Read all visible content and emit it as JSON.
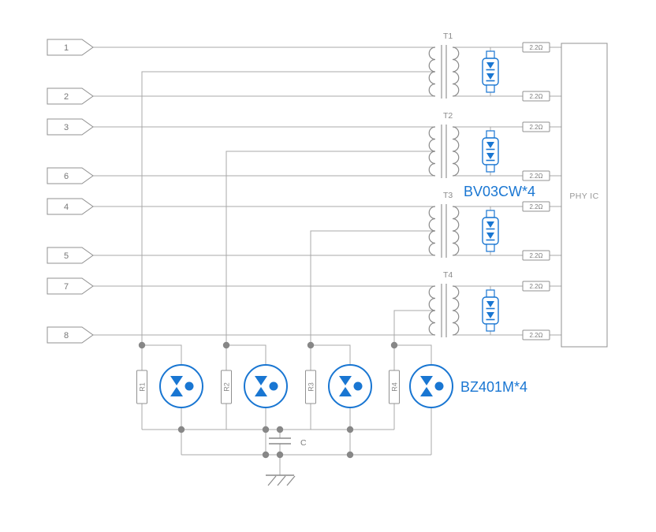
{
  "pins": [
    {
      "label": "1"
    },
    {
      "label": "2"
    },
    {
      "label": "3"
    },
    {
      "label": "6"
    },
    {
      "label": "4"
    },
    {
      "label": "5"
    },
    {
      "label": "7"
    },
    {
      "label": "8"
    }
  ],
  "transformers": [
    {
      "label": "T1"
    },
    {
      "label": "T2"
    },
    {
      "label": "T3"
    },
    {
      "label": "T4"
    }
  ],
  "labels": {
    "series_resistor": "2.2Ω",
    "phy": "PHY IC",
    "tvs_array": "BV03CW*4",
    "protection_array": "BZ401M*4",
    "capacitor": "C"
  },
  "bottom_resistors": [
    {
      "label": "R1"
    },
    {
      "label": "R2"
    },
    {
      "label": "R3"
    },
    {
      "label": "R4"
    }
  ],
  "colors": {
    "accent_blue": "#1976d2",
    "wire_gray": "#a8a8a8",
    "component_gray": "#909090",
    "text_gray": "#7d7d7d"
  }
}
